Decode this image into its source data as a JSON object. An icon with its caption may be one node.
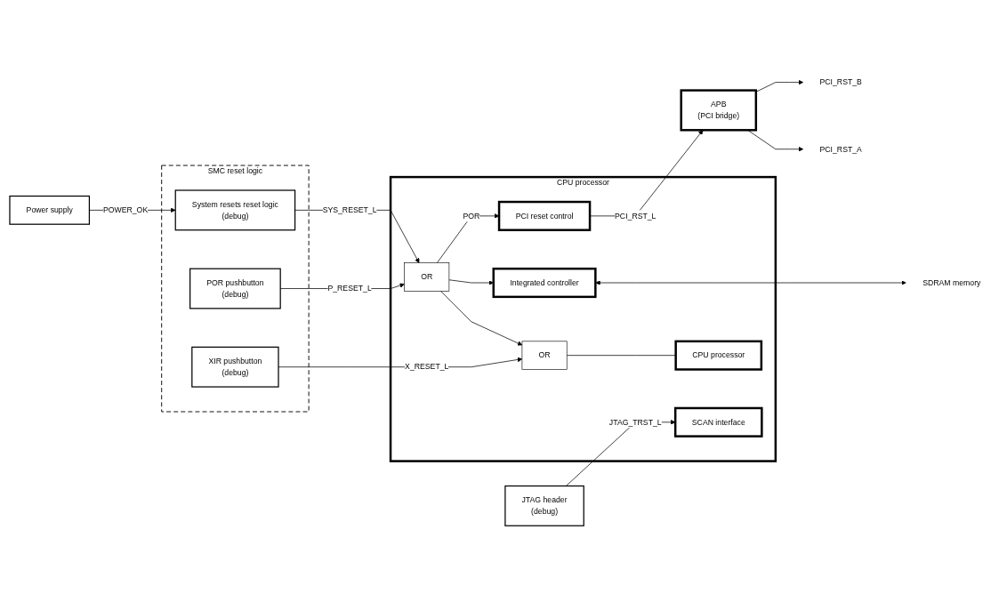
{
  "diagram": {
    "nodes": [
      {
        "text": [
          "Power supply"
        ]
      },
      {
        "text": [
          "SMC reset logic"
        ]
      },
      {
        "text": [
          "System resets reset logic",
          "(debug)"
        ],
        "in": 1
      },
      {
        "text": [
          "POR pushbutton",
          "(debug)"
        ],
        "in": 1
      },
      {
        "text": [
          "XIR pushbutton",
          "(debug)"
        ],
        "in": 1
      },
      {
        "text": [
          "JTAG header",
          "(debug)"
        ]
      },
      {
        "text": [
          "CPU processor"
        ]
      },
      {
        "text": [
          "OR"
        ],
        "in": 6
      },
      {
        "text": [
          "PCI reset control"
        ],
        "in": 6
      },
      {
        "text": [
          "Integrated controller"
        ],
        "in": 6
      },
      {
        "text": [
          "OR"
        ],
        "in": 6
      },
      {
        "text": [
          "CPU processor"
        ],
        "in": 6
      },
      {
        "text": [
          "SCAN interface"
        ],
        "in": 6
      },
      {
        "text": [
          "APB",
          "(PCI bridge)"
        ]
      },
      {
        "text": [
          "PCI_RST_B"
        ]
      },
      {
        "text": [
          "PCI_RST_A"
        ]
      },
      {
        "text": [
          "SDRAM memory"
        ]
      }
    ],
    "edges": [
      {
        "from": 0,
        "to": 2,
        "arrow": "to",
        "label": "POWER_OK"
      },
      {
        "from": 2,
        "to": 7,
        "arrow": "to",
        "label": "SYS_RESET_L"
      },
      {
        "from": 3,
        "to": 7,
        "arrow": "to",
        "label": "P_RESET_L"
      },
      {
        "from": 7,
        "to": 8,
        "arrow": "to",
        "label": "POR"
      },
      {
        "from": 7,
        "to": 9,
        "arrow": "to"
      },
      {
        "from": 7,
        "to": 10,
        "arrow": "to"
      },
      {
        "from": 4,
        "to": 10,
        "arrow": "to",
        "label": "X_RESET_L"
      },
      {
        "from": 10,
        "to": 11,
        "arrow": "none"
      },
      {
        "from": 5,
        "to": 12,
        "arrow": "to",
        "label": "JTAG_TRST_L"
      },
      {
        "from": 8,
        "to": 13,
        "arrow": "to",
        "label": "PCI_RST_L"
      },
      {
        "from": 13,
        "to": 14,
        "arrow": "to"
      },
      {
        "from": 13,
        "to": 15,
        "arrow": "to"
      },
      {
        "from": 9,
        "to": 16,
        "arrow": "both"
      }
    ]
  }
}
